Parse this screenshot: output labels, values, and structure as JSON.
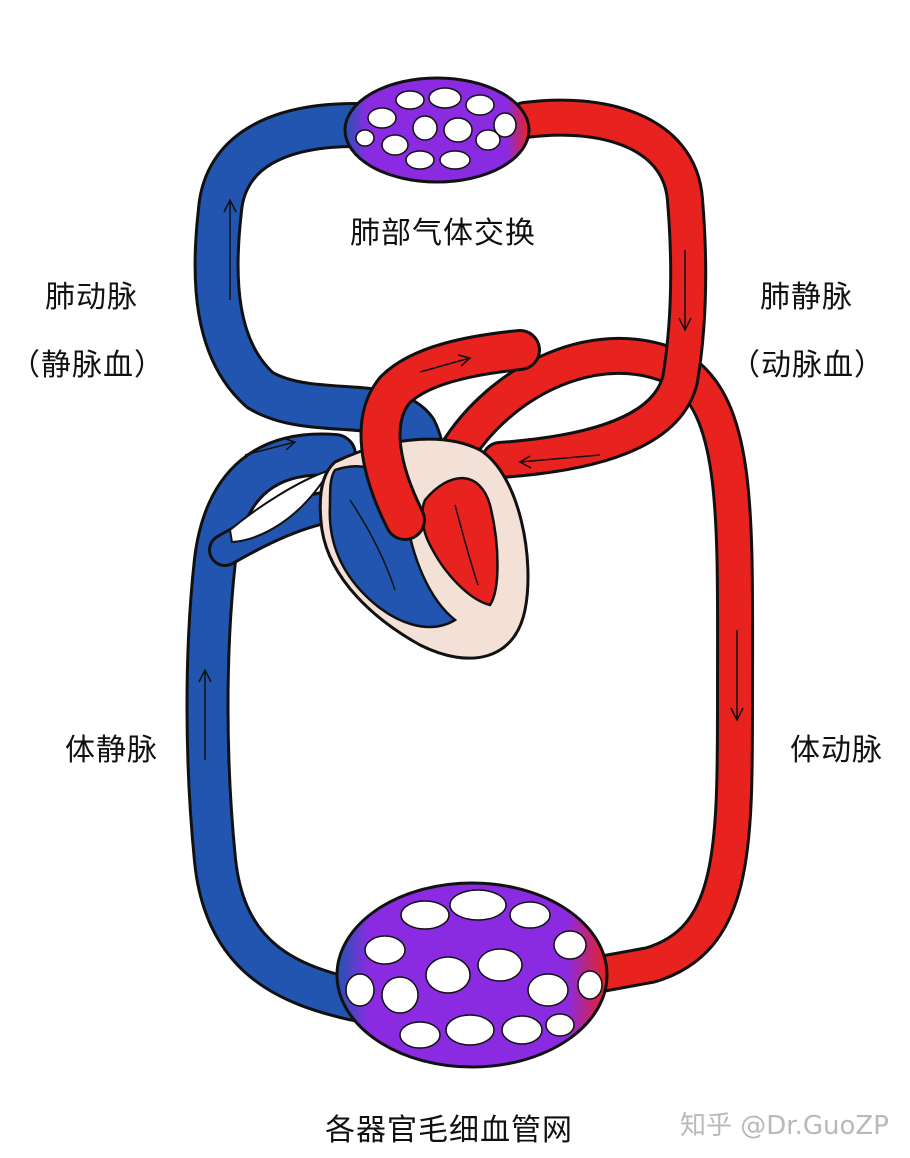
{
  "labels": {
    "lung_exchange": "肺部气体交换",
    "pulmonary_artery": "肺动脉",
    "pulmonary_artery_note": "（静脉血）",
    "pulmonary_vein": "肺静脉",
    "pulmonary_vein_note": "（动脉血）",
    "systemic_vein": "体静脉",
    "systemic_artery": "体动脉",
    "organ_capillaries": "各器官毛细血管网"
  },
  "watermark": "知乎 @Dr.GuoZP",
  "colors": {
    "venous": "#2255b0",
    "arterial": "#e8221e",
    "capillary": "#8a2be2",
    "heart_tissue": "#f3e0d6",
    "outline": "#111111"
  }
}
